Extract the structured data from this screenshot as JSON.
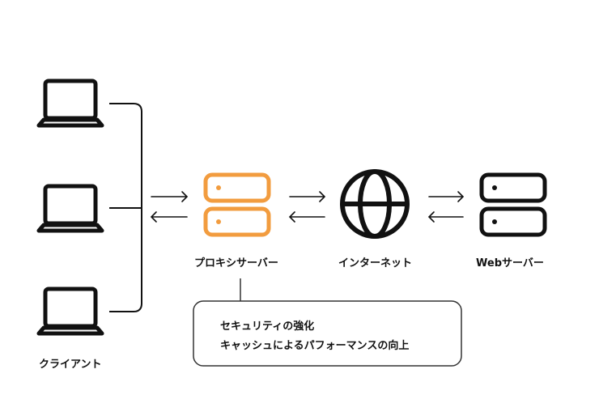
{
  "labels": {
    "clients": "クライアント",
    "proxy": "プロキシサーバー",
    "internet": "インターネット",
    "web_server": "Webサーバー"
  },
  "note": {
    "lines": [
      "セキュリティの強化",
      "キャッシュによるパフォーマンスの向上"
    ]
  },
  "colors": {
    "proxy": "#f29c3f",
    "stroke": "#111111"
  }
}
